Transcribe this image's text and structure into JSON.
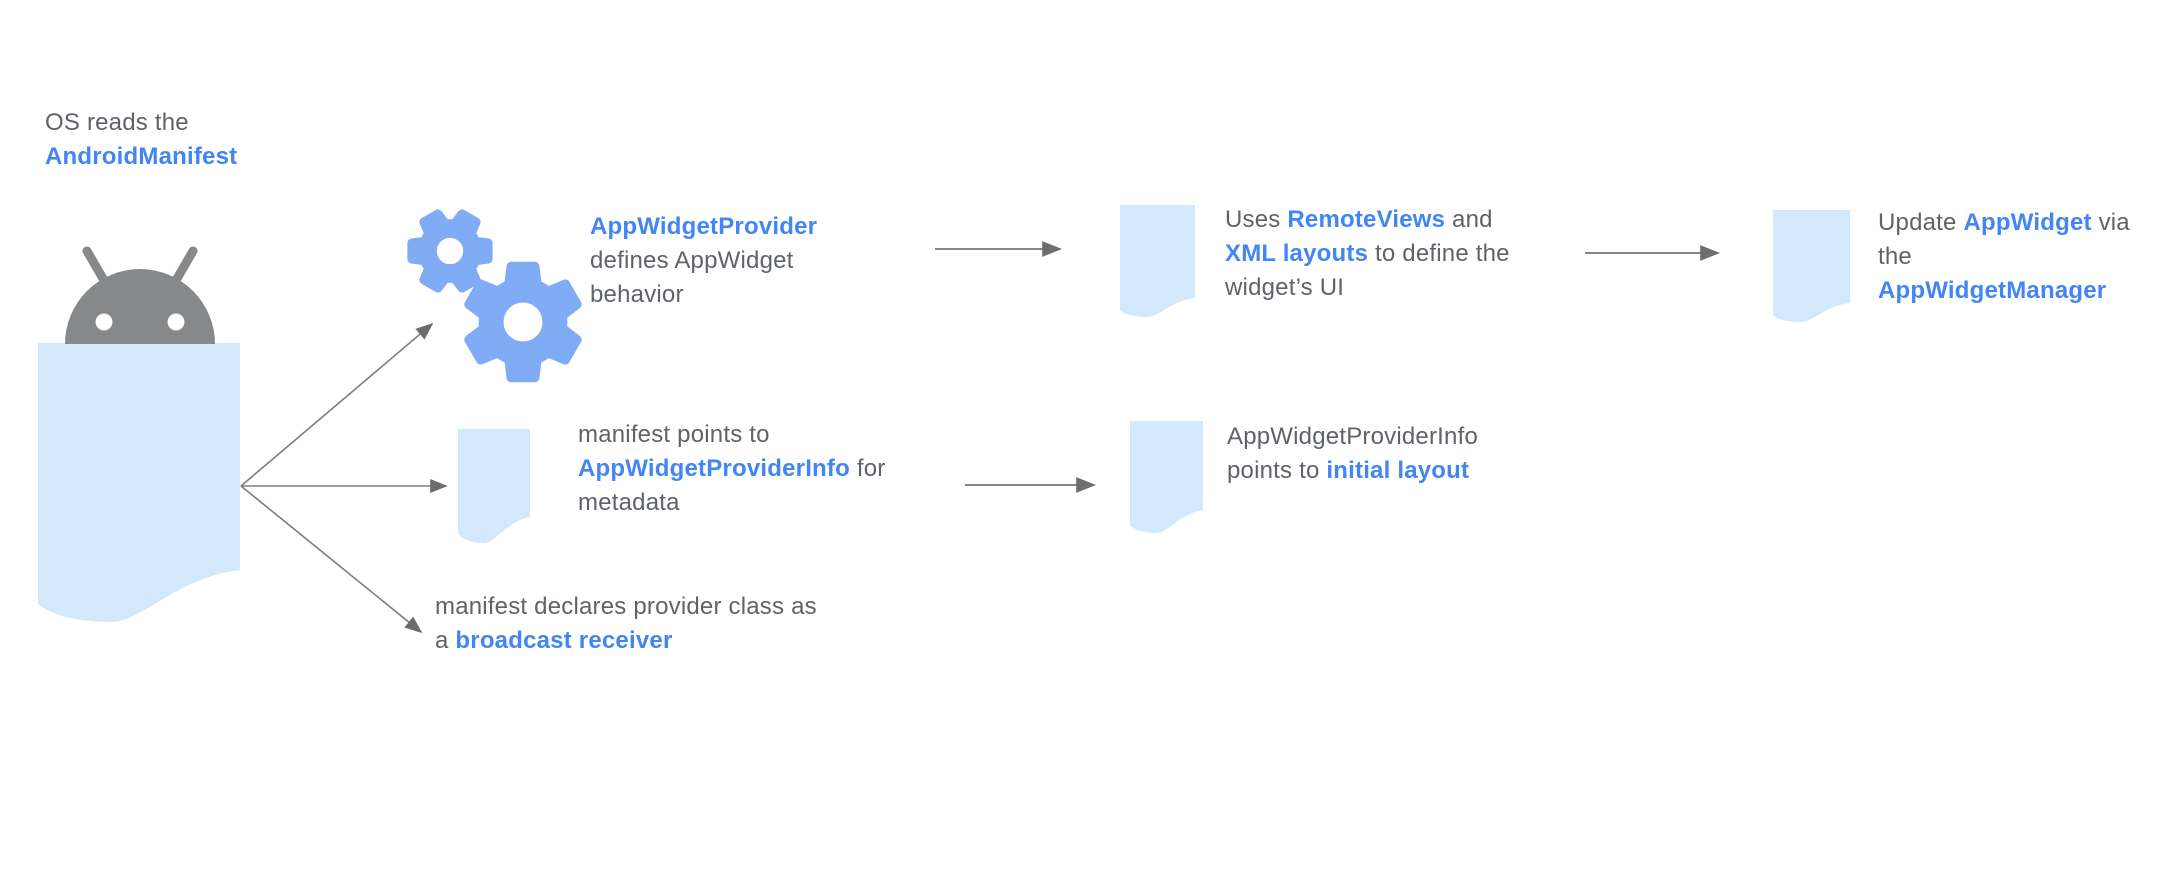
{
  "title": "AppWidget architecture diagram",
  "colors": {
    "accent": "#4285F4",
    "fill_blue": "#D4E8FC",
    "gear_blue": "#7FACF4",
    "text_gray": "#5F6368",
    "robot_gray": "#868889",
    "arrow_gray": "#757575",
    "background": "#FFFFFF"
  },
  "icons": {
    "android_robot": "android-robot-head",
    "manifest_document": "page-with-curled-bottom",
    "gears": "two-settings-gears",
    "document": "page-with-curled-bottom",
    "arrows": "thin-gray-arrows"
  },
  "labels": {
    "os": {
      "lines": [
        [
          {
            "t": "OS reads the"
          }
        ],
        [
          {
            "t": "AndroidManifest",
            "em": true
          }
        ]
      ]
    },
    "provider": {
      "lines": [
        [
          {
            "t": "AppWidgetProvider",
            "em": true
          }
        ],
        [
          {
            "t": "defines AppWidget"
          }
        ],
        [
          {
            "t": "behavior"
          }
        ]
      ]
    },
    "remoteviews": {
      "lines": [
        [
          {
            "t": "Uses "
          },
          {
            "t": "RemoteViews",
            "em": true
          },
          {
            "t": " and"
          }
        ],
        [
          {
            "t": "XML layouts",
            "em": true
          },
          {
            "t": " to define the"
          }
        ],
        [
          {
            "t": "widget’s UI"
          }
        ]
      ]
    },
    "update": {
      "lines": [
        [
          {
            "t": "Update "
          },
          {
            "t": "AppWidget",
            "em": true
          },
          {
            "t": " via"
          }
        ],
        [
          {
            "t": "the"
          }
        ],
        [
          {
            "t": "AppWidgetManager",
            "em": true
          }
        ]
      ]
    },
    "metadata": {
      "lines": [
        [
          {
            "t": "manifest points to"
          }
        ],
        [
          {
            "t": "AppWidgetProviderInfo",
            "em": true
          },
          {
            "t": " for"
          }
        ],
        [
          {
            "t": "metadata"
          }
        ]
      ]
    },
    "initial_layout": {
      "lines": [
        [
          {
            "t": "AppWidgetProviderInfo"
          }
        ],
        [
          {
            "t": "points to "
          },
          {
            "t": "initial layout",
            "em": true
          }
        ]
      ]
    },
    "broadcast": {
      "lines": [
        [
          {
            "t": "manifest declares provider class as"
          }
        ],
        [
          {
            "t": "a "
          },
          {
            "t": "broadcast receiver",
            "em": true
          }
        ]
      ]
    }
  }
}
